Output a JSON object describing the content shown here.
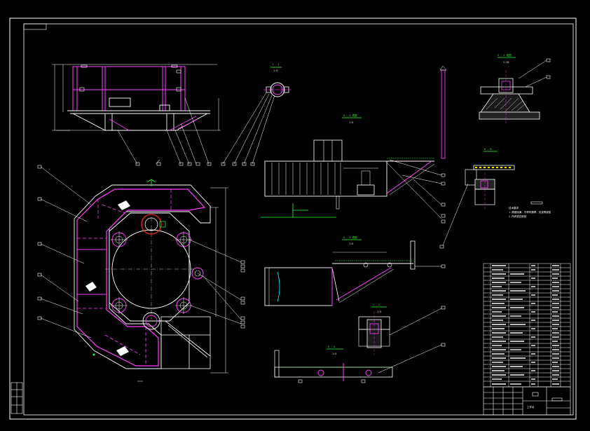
{
  "drawing": {
    "background": "#000000",
    "colors": {
      "frame": "#ffffff",
      "outline": "#ffffff",
      "structure": "#ff3fff",
      "hidden": "#ff3fff",
      "dimension": "#3fff3f",
      "highlight": "#ff2020",
      "cyan": "#00ffff",
      "yellow": "#ffff00"
    },
    "section_titles": [
      "1 - 1",
      "A - A 视图",
      "A - A 视图",
      "2 - 2 视图",
      "B - B",
      "C - C",
      "D - D"
    ],
    "scales": [
      "1:5",
      "1:5",
      "1:5",
      "1:10",
      "1:5",
      "1:5"
    ],
    "title_block_label": "工作台",
    "note_lines": [
      "技术要求",
      "1.焊缝饱满，不得有漏焊、夹渣等缺陷",
      "2.所有锐边倒钝"
    ]
  }
}
